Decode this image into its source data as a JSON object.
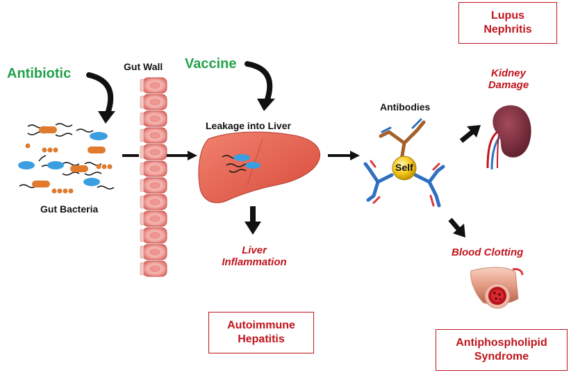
{
  "labels": {
    "antibiotic": "Antibiotic",
    "gut_wall": "Gut Wall",
    "vaccine": "Vaccine",
    "leakage": "Leakage into Liver",
    "gut_bacteria": "Gut Bacteria",
    "antibodies": "Antibodies",
    "self": "Self",
    "kidney_line1": "Kidney",
    "kidney_line2": "Damage",
    "liver_line1": "Liver",
    "liver_line2": "Inflammation",
    "blood_clotting": "Blood Clotting"
  },
  "boxes": {
    "lupus_line1": "Lupus",
    "lupus_line2": "Nephritis",
    "autoimmune_line1": "Autoimmune",
    "autoimmune_line2": "Hepatitis",
    "aps_line1": "Antiphospholipid",
    "aps_line2": "Syndrome"
  },
  "colors": {
    "green_label": "#22a14a",
    "red_text": "#c0141c",
    "liver": "#e8604f",
    "gut_cell": "#f2a9a3",
    "bacteria_orange": "#e07a2c",
    "bacteria_blue": "#3a9ee0",
    "antibody_blue": "#2f6fc0",
    "antibody_red": "#d9383a",
    "antibody_brown": "#a4602a",
    "self_yellow": "#f5c71a",
    "kidney": "#7b2a3a"
  },
  "icons": [
    "curved-arrow-icon",
    "gut-wall-icon",
    "bacteria-icon",
    "liver-icon",
    "antibody-icon",
    "kidney-icon",
    "blood-vessel-icon"
  ]
}
